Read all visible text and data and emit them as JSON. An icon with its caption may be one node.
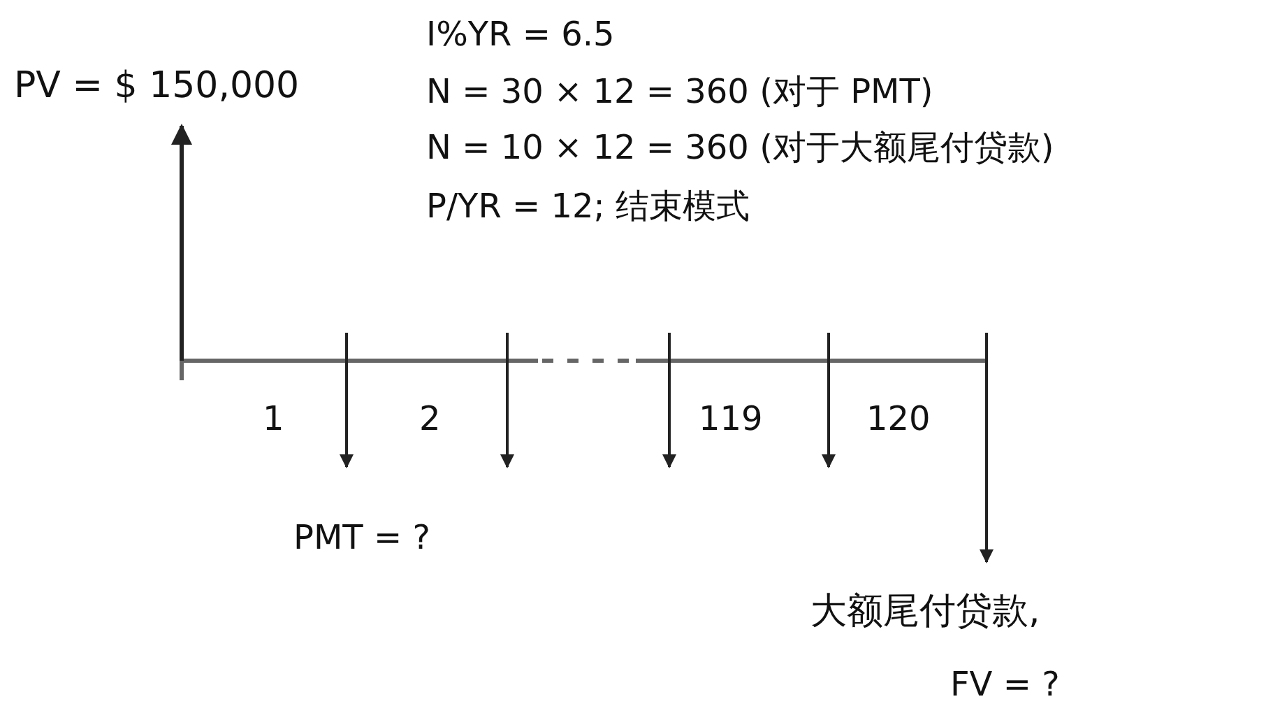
{
  "diagram": {
    "labels": [
      "PV = $ 150,000",
      "I%YR = 6.5",
      "N = 30 × 12 = 360 (对于 PMT)",
      "N = 10 × 12 = 360 (对于大额尾付贷款)",
      "P/YR = 12; 结束模式",
      "1",
      "2",
      "119",
      "120",
      "PMT = ?",
      "大额尾付贷款,",
      "FV = ?"
    ]
  }
}
